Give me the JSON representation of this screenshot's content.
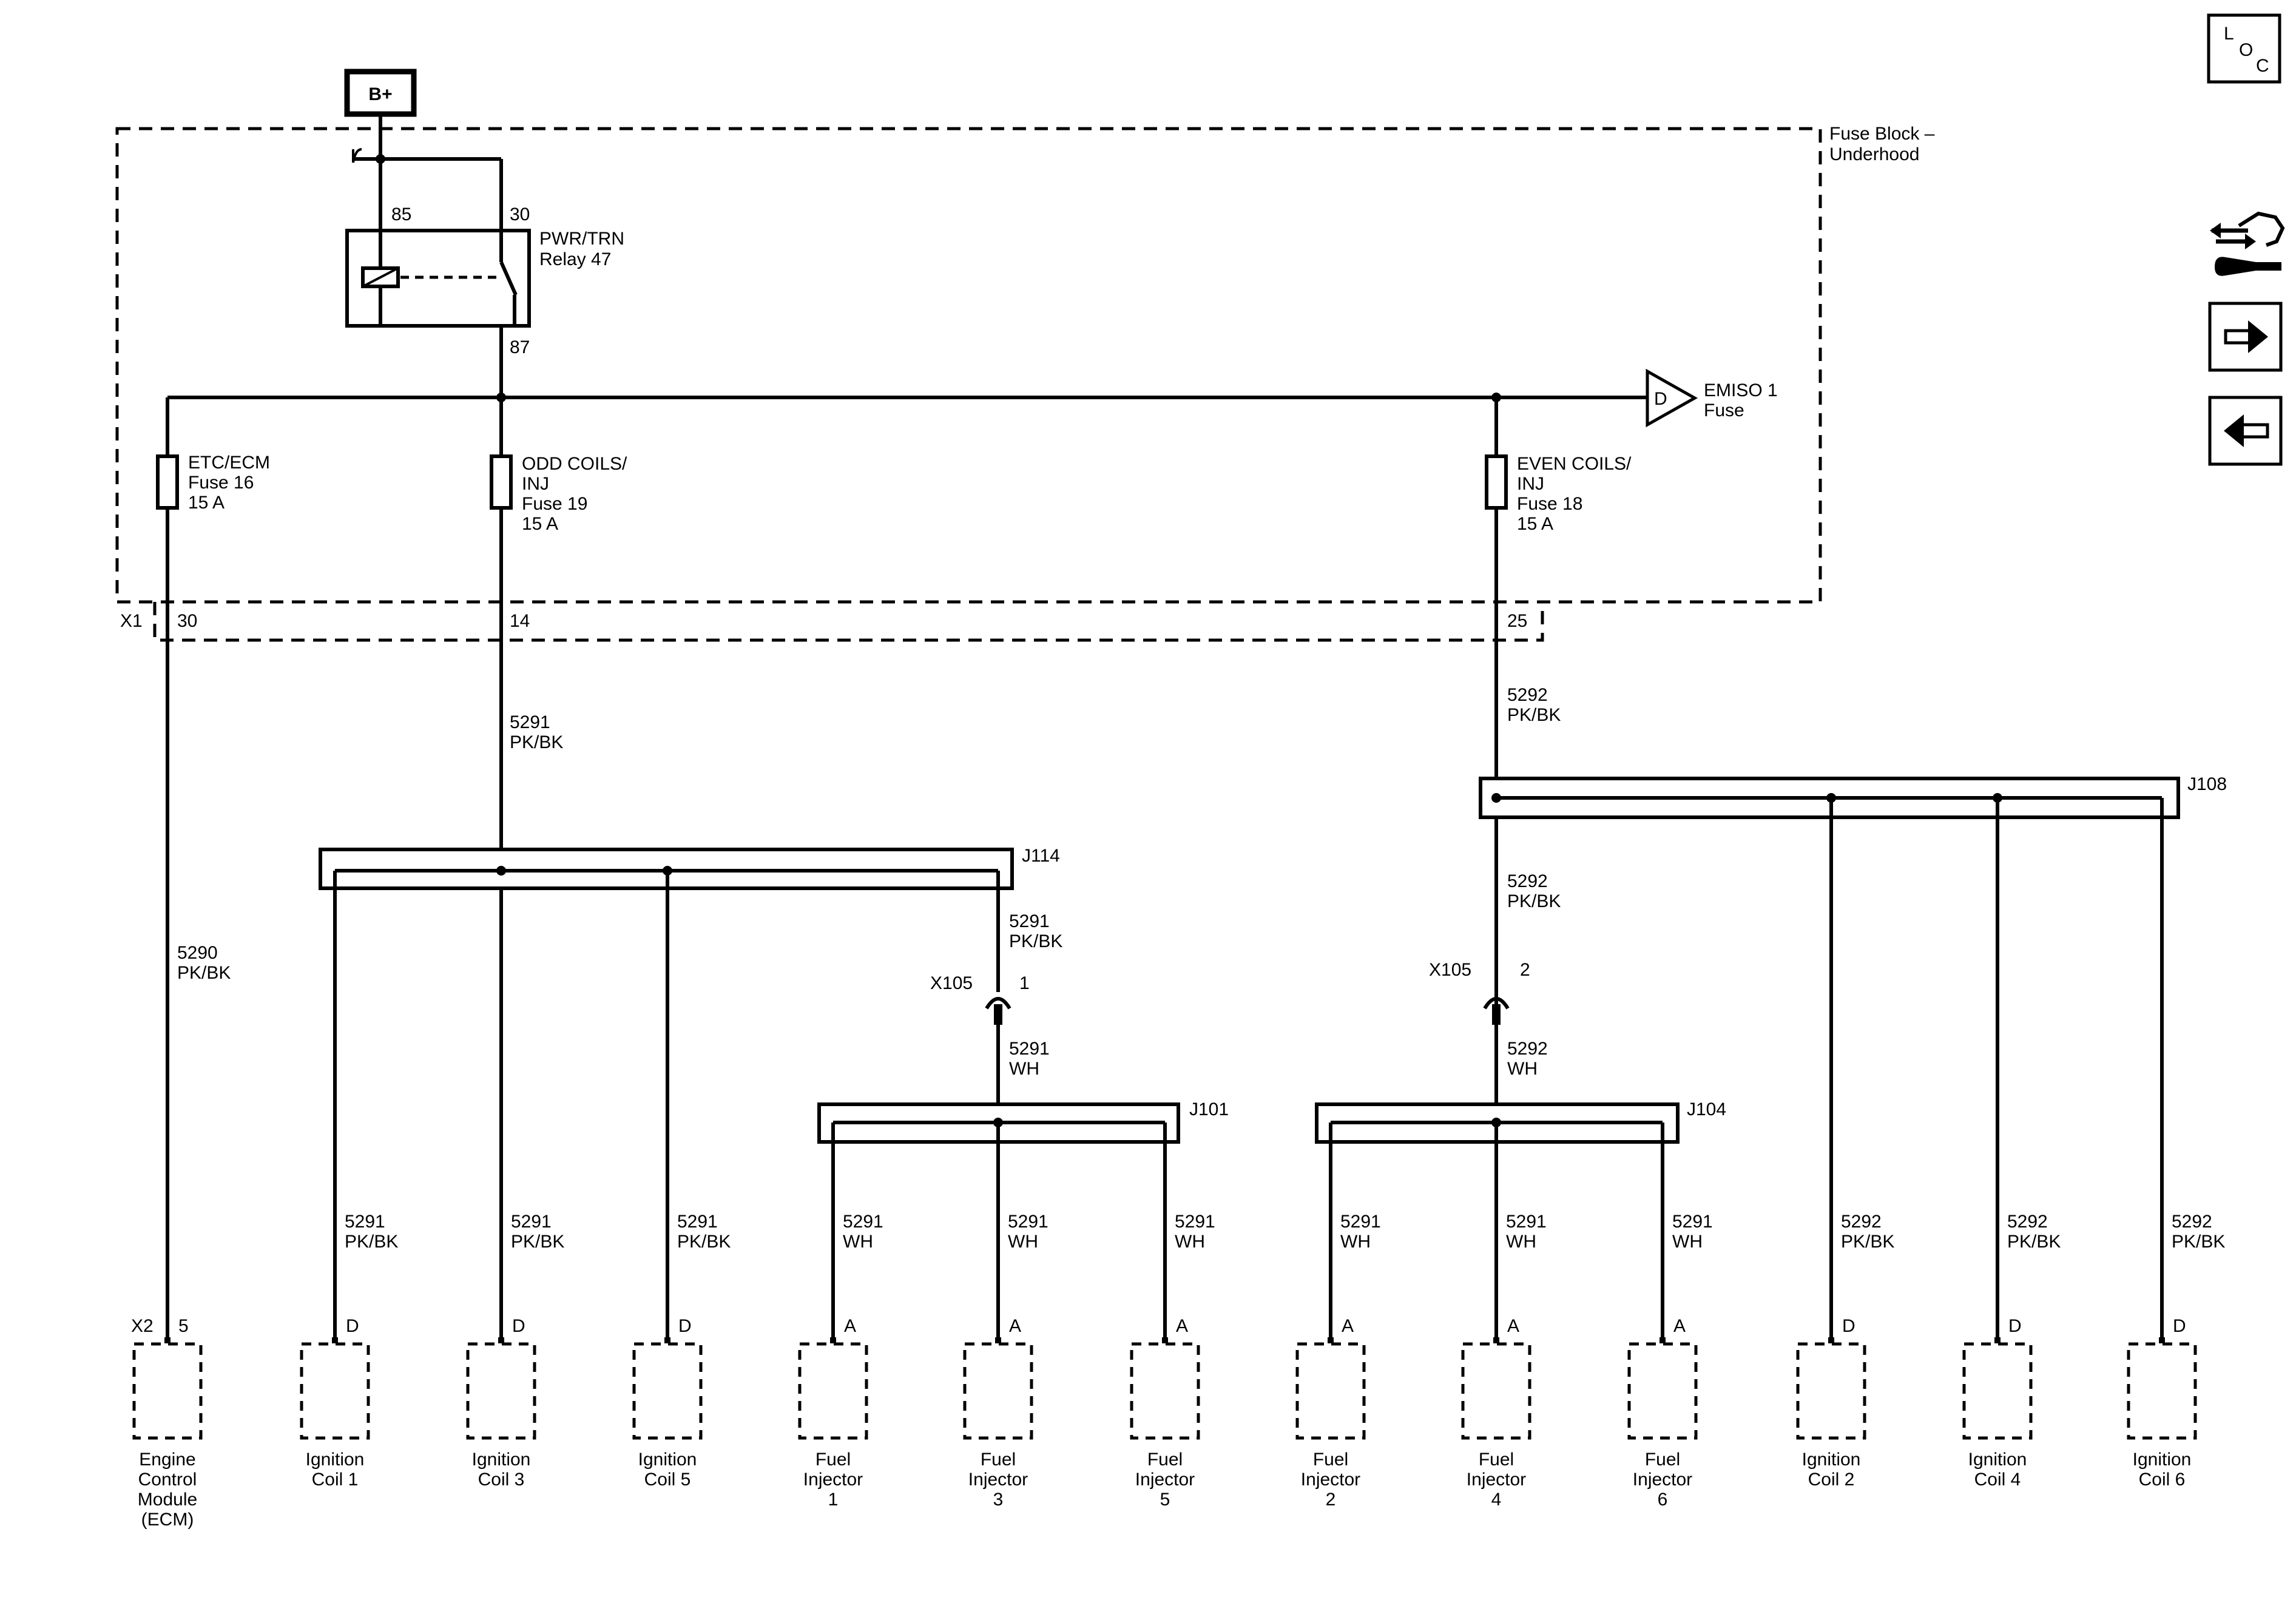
{
  "power": {
    "label": "B+"
  },
  "fuse_block": {
    "label_line1": "Fuse Block –",
    "label_line2": "Underhood"
  },
  "relay": {
    "label_line1": "PWR/TRN",
    "label_line2": "Relay 47",
    "pin_85": "85",
    "pin_30": "30",
    "pin_87": "87"
  },
  "emiso": {
    "letter": "D",
    "label_line1": "EMISO 1",
    "label_line2": "Fuse"
  },
  "fuses": [
    {
      "lines": [
        "ETC/ECM",
        "Fuse 16",
        "15 A"
      ]
    },
    {
      "lines": [
        "ODD COILS/",
        "INJ",
        "Fuse 19",
        "15 A"
      ]
    },
    {
      "lines": [
        "EVEN COILS/",
        "INJ",
        "Fuse 18",
        "15 A"
      ]
    }
  ],
  "connector_x1": {
    "name": "X1",
    "pins": [
      "30",
      "14",
      "25"
    ]
  },
  "wires": {
    "w5290": [
      "5290",
      "PK/BK"
    ],
    "w5291_trunk": [
      "5291",
      "PK/BK"
    ],
    "w5292_trunk": [
      "5292",
      "PK/BK"
    ],
    "w5292_mid": [
      "5292",
      "PK/BK"
    ],
    "w5291_mid": [
      "5291",
      "PK/BK"
    ],
    "w5291_wh": [
      "5291",
      "WH"
    ],
    "w5292_wh": [
      "5292",
      "WH"
    ]
  },
  "splices": {
    "j114": "J114",
    "j108": "J108",
    "j101": "J101",
    "j104": "J104"
  },
  "inline_connectors": [
    {
      "name": "X105",
      "pin": "1"
    },
    {
      "name": "X105",
      "pin": "2"
    }
  ],
  "branch_wires": [
    [
      "5291",
      "PK/BK"
    ],
    [
      "5291",
      "PK/BK"
    ],
    [
      "5291",
      "PK/BK"
    ],
    [
      "5291",
      "WH"
    ],
    [
      "5291",
      "WH"
    ],
    [
      "5291",
      "WH"
    ],
    [
      "5291",
      "WH"
    ],
    [
      "5291",
      "WH"
    ],
    [
      "5291",
      "WH"
    ],
    [
      "5292",
      "PK/BK"
    ],
    [
      "5292",
      "PK/BK"
    ],
    [
      "5292",
      "PK/BK"
    ]
  ],
  "components": [
    {
      "pin": "5",
      "connector": "X2",
      "lines": [
        "Engine",
        "Control",
        "Module",
        "(ECM)"
      ]
    },
    {
      "pin": "D",
      "lines": [
        "Ignition",
        "Coil 1"
      ]
    },
    {
      "pin": "D",
      "lines": [
        "Ignition",
        "Coil 3"
      ]
    },
    {
      "pin": "D",
      "lines": [
        "Ignition",
        "Coil 5"
      ]
    },
    {
      "pin": "A",
      "lines": [
        "Fuel",
        "Injector",
        "1"
      ]
    },
    {
      "pin": "A",
      "lines": [
        "Fuel",
        "Injector",
        "3"
      ]
    },
    {
      "pin": "A",
      "lines": [
        "Fuel",
        "Injector",
        "5"
      ]
    },
    {
      "pin": "A",
      "lines": [
        "Fuel",
        "Injector",
        "2"
      ]
    },
    {
      "pin": "A",
      "lines": [
        "Fuel",
        "Injector",
        "4"
      ]
    },
    {
      "pin": "A",
      "lines": [
        "Fuel",
        "Injector",
        "6"
      ]
    },
    {
      "pin": "D",
      "lines": [
        "Ignition",
        "Coil 2"
      ]
    },
    {
      "pin": "D",
      "lines": [
        "Ignition",
        "Coil 4"
      ]
    },
    {
      "pin": "D",
      "lines": [
        "Ignition",
        "Coil 6"
      ]
    }
  ],
  "nav": {
    "loc_icon": "loc-icon",
    "loc_letters": [
      "L",
      "O",
      "C"
    ],
    "connector_view_icon": "connector-repair-icon",
    "next_icon": "arrow-right-icon",
    "prev_icon": "arrow-left-icon"
  }
}
